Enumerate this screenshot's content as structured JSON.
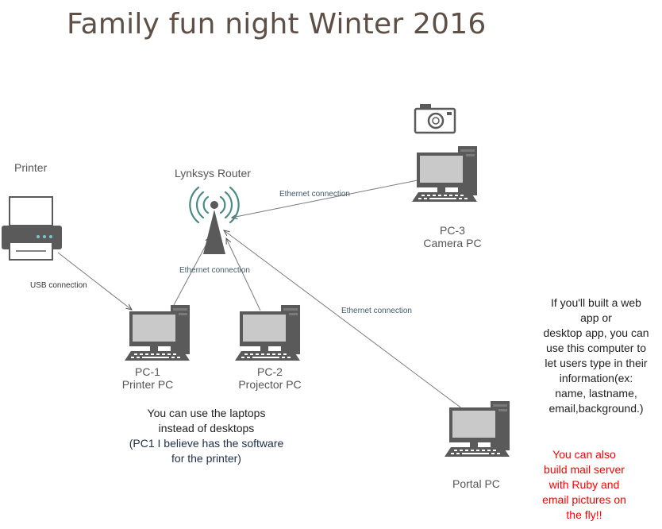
{
  "title": "Family fun night Winter 2016",
  "nodes": {
    "printer": {
      "label": "Printer"
    },
    "router": {
      "label": "Lynksys Router"
    },
    "camera": {
      "label": ""
    },
    "pc1": {
      "name": "PC-1",
      "role": "Printer PC"
    },
    "pc2": {
      "name": "PC-2",
      "role": "Projector PC"
    },
    "pc3": {
      "name": "PC-3",
      "role": "Camera PC"
    },
    "portal": {
      "label": "Portal PC"
    }
  },
  "connections": {
    "usb": "USB connection",
    "router_pc3": "Ethernet connection",
    "router_pc1": "Ethernet connection",
    "router_portal": "Ethernet connection"
  },
  "notes": {
    "laptops": {
      "line1": "You can use the laptops",
      "line2": "instead of desktops",
      "line3": "(PC1 I believe has the software",
      "line4": "for the printer)"
    },
    "portal_info": {
      "line1": "If you'll built a web",
      "line2": "app or",
      "line3": "desktop app, you can",
      "line4": "use this computer to",
      "line5": "let users type in their",
      "line6": "information(ex:",
      "line7": "name, lastname,",
      "line8": "email,background.)"
    },
    "mail": {
      "line1": "You can also",
      "line2": "build  mail server",
      "line3": "with Ruby and",
      "line4": "email pictures on",
      "line5": "the fly!!"
    }
  },
  "colors": {
    "title": "#5f5047",
    "router_signal": "#4a8a86",
    "device_gray": "#5a5a5a",
    "monitor_screen": "#c9c9c9",
    "red_note": "#ff0000"
  },
  "icons": [
    "printer-icon",
    "router-icon",
    "camera-icon",
    "desktop-computer-icon"
  ]
}
